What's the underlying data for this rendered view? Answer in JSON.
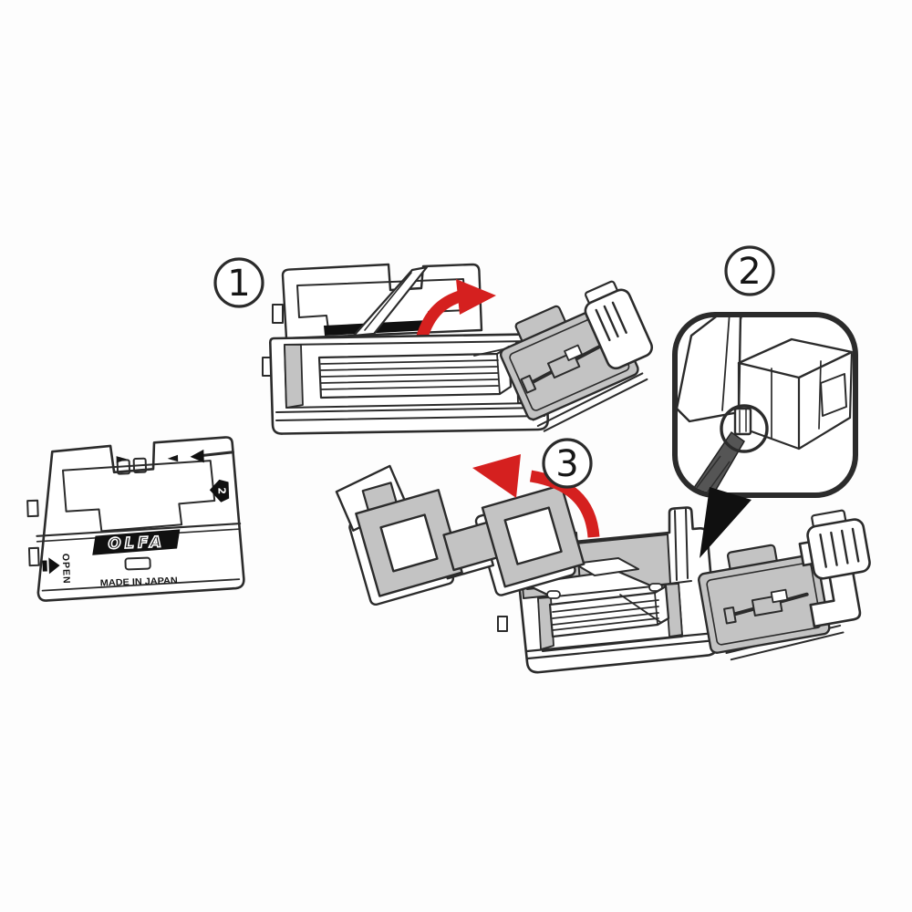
{
  "palette": {
    "background": "#fdfdfd",
    "line": "#2b2b2b",
    "shade": "#c3c3c3",
    "tool_gray": "#555555",
    "red": "#d5201f",
    "black": "#101010",
    "white": "#ffffff"
  },
  "case_front": {
    "brand_logo": "OLFA",
    "made_in": "MADE IN JAPAN",
    "open_label": "OPEN",
    "badge_number": "2",
    "slide_right_icon": "►",
    "slide_left_icon": "◄"
  },
  "steps": {
    "one": {
      "number": "1"
    },
    "two": {
      "number": "2"
    },
    "three": {
      "number": "3"
    }
  },
  "icons": {
    "long_pull_arrow": "left-long-arrow",
    "open_direction_arrow": "right-arrow",
    "step1_lift_arrow": "red-curved-arrow-up-right",
    "step3_remove_arrow": "red-curved-arrow-up-left",
    "callout_tail": "speech-bubble-pointer",
    "latch_tool": "screwdriver-tip",
    "latch_highlight": "circle-highlight"
  }
}
